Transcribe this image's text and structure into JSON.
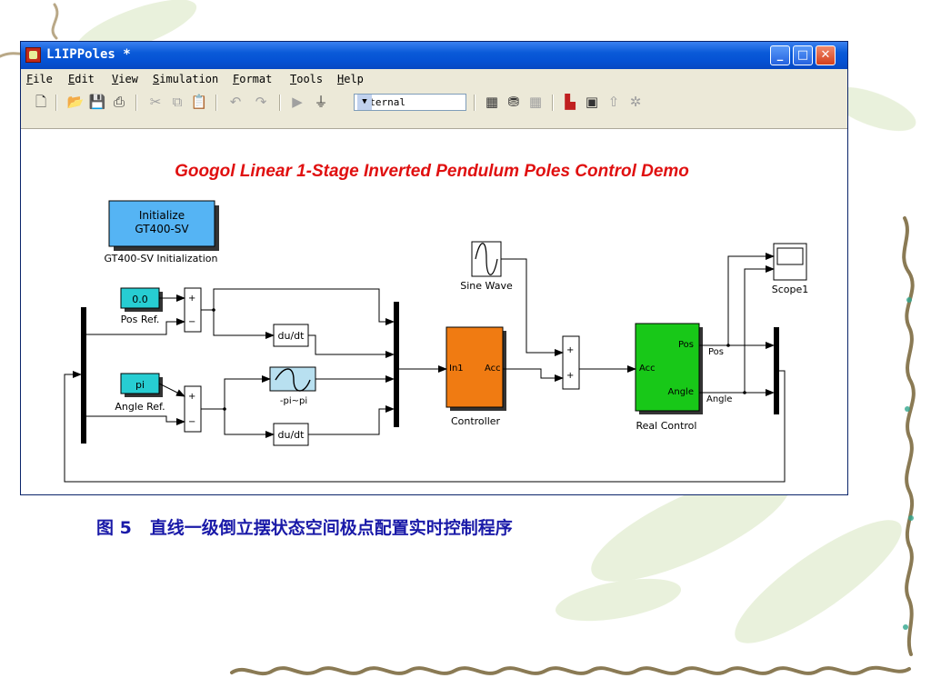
{
  "window": {
    "title": "L1IPPoles *",
    "controls": {
      "minimize": "_",
      "maximize": "□",
      "close": "✕"
    }
  },
  "menu": [
    {
      "key": "F",
      "rest": "ile"
    },
    {
      "key": "E",
      "rest": "dit"
    },
    {
      "key": "V",
      "rest": "iew"
    },
    {
      "key": "S",
      "rest": "imulation"
    },
    {
      "key": "F",
      "rest": "ormat"
    },
    {
      "key": "T",
      "rest": "ools"
    },
    {
      "key": "H",
      "rest": "elp"
    }
  ],
  "toolbar": {
    "sim_mode": "External",
    "icons": [
      "new-icon",
      "open-icon",
      "save-icon",
      "print-icon",
      "cut-icon",
      "copy-icon",
      "paste-icon",
      "undo-icon",
      "redo-icon",
      "start-icon",
      "connect-icon",
      "library-icon",
      "build-icon",
      "update-icon",
      "model-browser-icon",
      "debug-icon",
      "parent-icon",
      "settings-icon"
    ]
  },
  "diagram": {
    "title": "Googol Linear 1-Stage Inverted Pendulum Poles Control Demo",
    "init_block": {
      "line1": "Initialize",
      "line2": "GT400-SV",
      "label": "GT400-SV Initialization"
    },
    "pos_ref": {
      "value": "0.0",
      "label": "Pos Ref."
    },
    "angle_ref": {
      "value": "pi",
      "label": "Angle Ref."
    },
    "sum_plus": "+",
    "sum_minus": "−",
    "derivative": "du/dt",
    "wrap_label": "-pi~pi",
    "sine_label": "Sine Wave",
    "controller": {
      "label": "Controller",
      "in_port": "In1",
      "out_port": "Acc"
    },
    "plant": {
      "label": "Real Control",
      "in_port": "Acc",
      "out_pos": "Pos",
      "out_angle": "Angle"
    },
    "pos_signal": "Pos",
    "angle_signal": "Angle",
    "scope_label": "Scope1"
  },
  "caption": {
    "prefix": "图 5",
    "text": "直线一级倒立摆状态空间极点配置实时控制程序"
  },
  "colors": {
    "title_red": "#e01010",
    "constant_cyan": "#27cdd2",
    "init_blue": "#55b4f4",
    "controller_orange": "#f07b12",
    "plant_green": "#18c818",
    "caption_blue": "#1a1aa8"
  }
}
